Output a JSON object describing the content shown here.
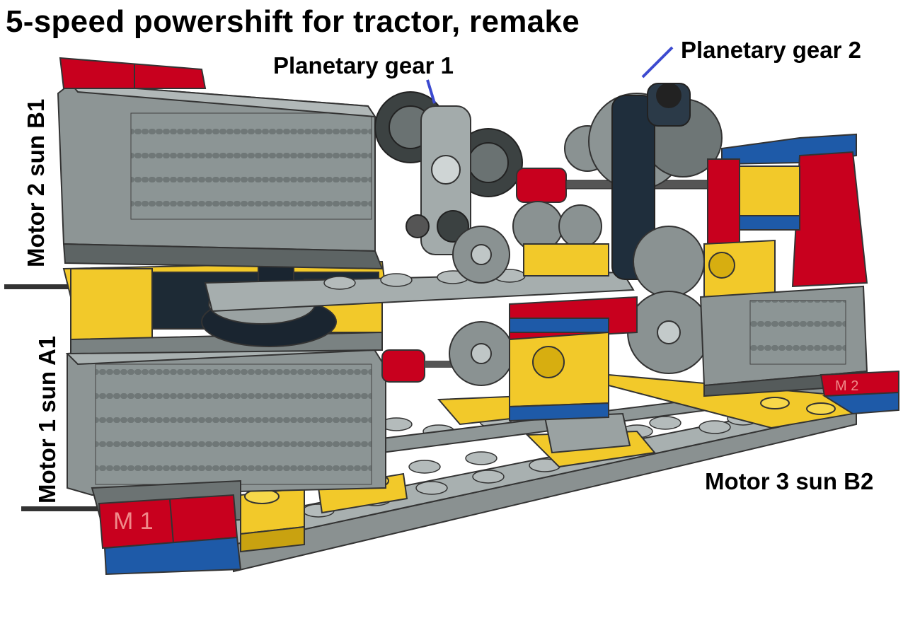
{
  "title": "5-speed powershift for tractor, remake",
  "labels": {
    "planetary_gear_1": "Planetary gear 1",
    "planetary_gear_2": "Planetary gear 2",
    "motor_1": "Motor 1 sun A1",
    "motor_2": "Motor 2 sun B1",
    "motor_3": "Motor 3 sun B2"
  },
  "motor_plate_text": "M 1",
  "motor_plate_text_right": "M 2",
  "colors": {
    "motor_gray": "#8e9696",
    "light_gray": "#a9b1b1",
    "dark_gray": "#555b5b",
    "lego_red": "#c8001e",
    "lego_yellow": "#f5cd2f",
    "lego_blue": "#1e5aa8",
    "leader_line": "#3c4ad0",
    "axle_black": "#1a1a1a"
  }
}
